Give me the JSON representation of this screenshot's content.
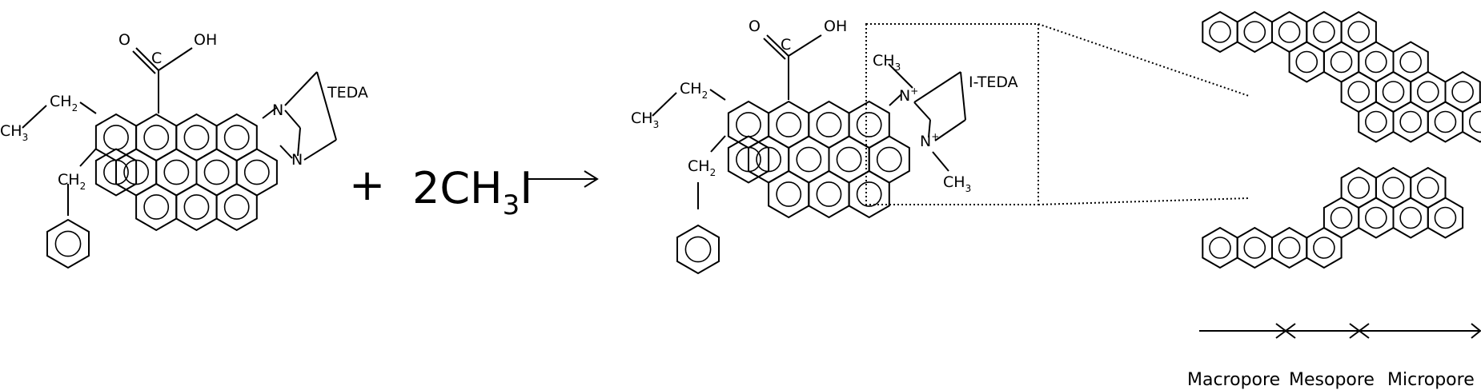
{
  "reactant": {
    "carbonyl_o": "O",
    "carbon_c": "C",
    "hydroxyl": "OH",
    "ch2_top": "CH",
    "ch2_top_sub": "2",
    "ch3": "CH",
    "ch3_sub": "3",
    "ch2_bottom": "CH",
    "ch2_bottom_sub": "2",
    "n_top": "N",
    "n_bottom": "N",
    "teda_label": "TEDA"
  },
  "reaction": {
    "plus": "+",
    "reagent_main": "2CH",
    "reagent_sub": "3",
    "reagent_end": "I"
  },
  "product": {
    "carbonyl_o": "O",
    "carbon_c": "C",
    "hydroxyl": "OH",
    "ch2_top": "CH",
    "ch2_top_sub": "2",
    "ch3": "CH",
    "ch3_sub": "3",
    "ch2_bottom": "CH",
    "ch2_bottom_sub": "2",
    "n_top": "N",
    "n_top_charge": "+",
    "n_bottom": "N",
    "n_bottom_charge": "+",
    "methyl_top": "CH",
    "methyl_top_sub": "3",
    "methyl_bottom": "CH",
    "methyl_bottom_sub": "3",
    "iteda_label": "I-TEDA"
  },
  "pores": {
    "macropore": "Macropore",
    "mesopore": "Mesopore",
    "micropore": "Micropore"
  }
}
